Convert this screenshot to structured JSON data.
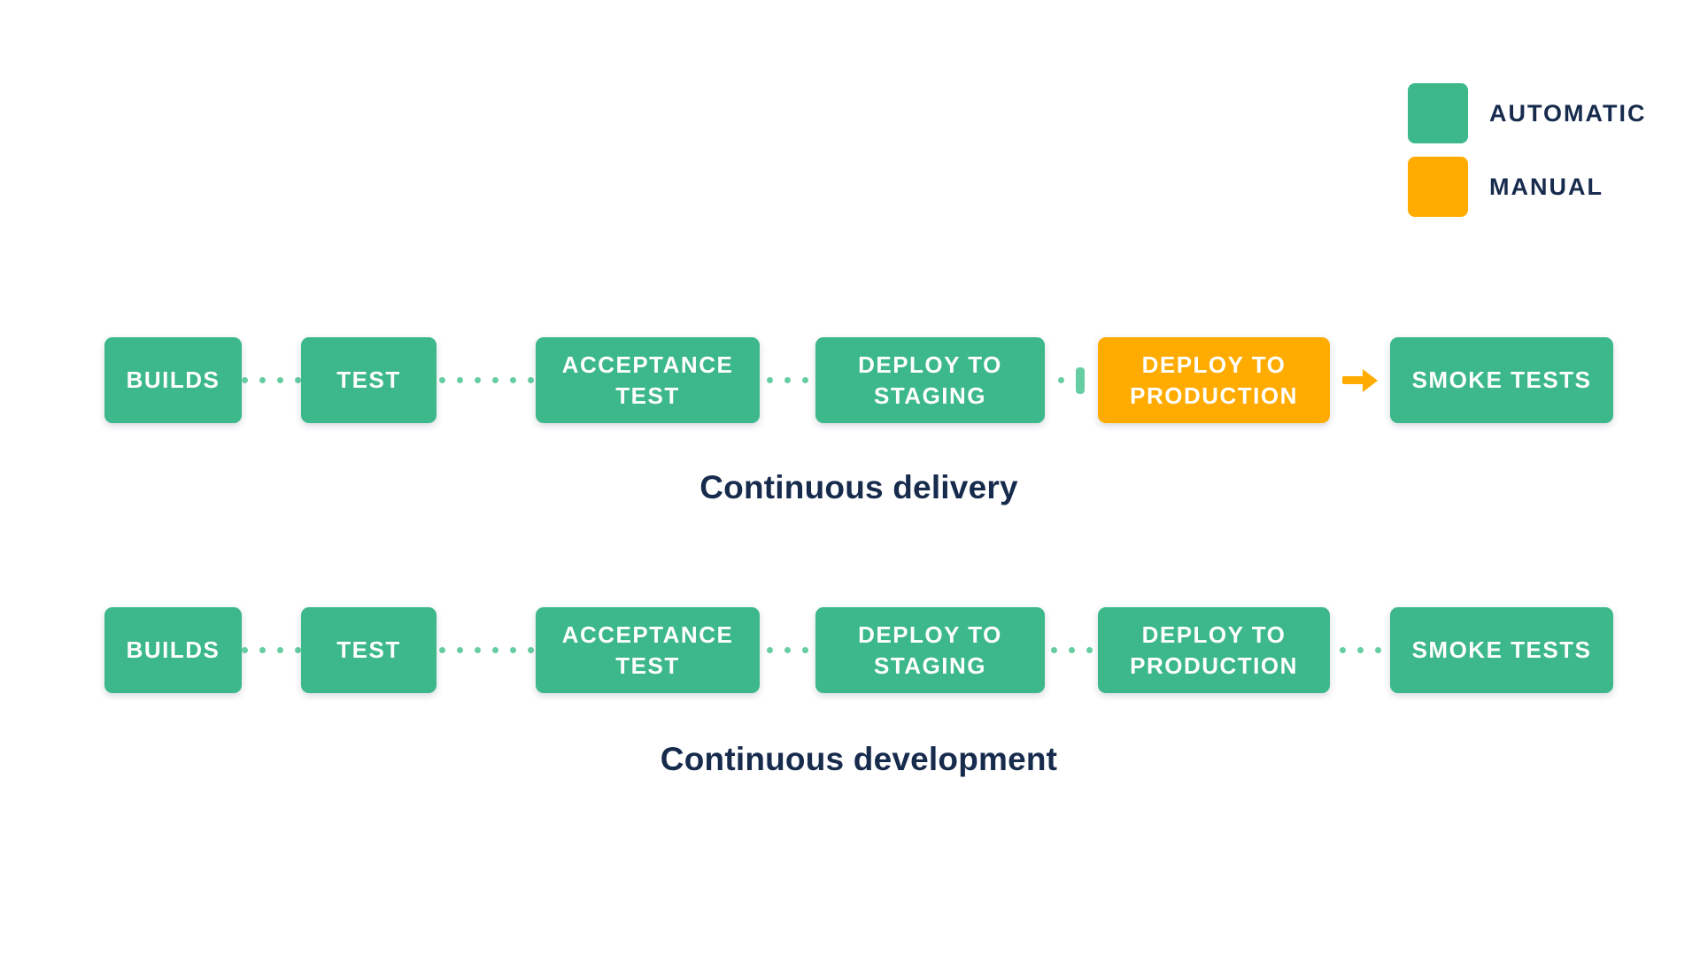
{
  "colors": {
    "automatic": "#3CB88A",
    "manual": "#FFAB00",
    "connector": "#66CDA2",
    "text_dark": "#172B4D",
    "stage_text": "#FFFFFF",
    "background": "#FFFFFF"
  },
  "legend": {
    "items": [
      {
        "label": "AUTOMATIC",
        "mode": "automatic"
      },
      {
        "label": "MANUAL",
        "mode": "manual"
      }
    ]
  },
  "pipelines": [
    {
      "caption": "Continuous delivery",
      "stages": [
        {
          "label": "BUILDS",
          "mode": "automatic"
        },
        {
          "label": "TEST",
          "mode": "automatic"
        },
        {
          "label": "ACCEPTANCE TEST",
          "mode": "automatic"
        },
        {
          "label": "DEPLOY TO STAGING",
          "mode": "automatic"
        },
        {
          "label": "DEPLOY TO PRODUCTION",
          "mode": "manual"
        },
        {
          "label": "SMOKE TESTS",
          "mode": "automatic"
        }
      ],
      "connectors": [
        {
          "type": "dots",
          "count": 4
        },
        {
          "type": "dots",
          "count": 6
        },
        {
          "type": "dots",
          "count": 3
        },
        {
          "type": "manual-gate",
          "count": 1
        },
        {
          "type": "arrow"
        }
      ]
    },
    {
      "caption": "Continuous development",
      "stages": [
        {
          "label": "BUILDS",
          "mode": "automatic"
        },
        {
          "label": "TEST",
          "mode": "automatic"
        },
        {
          "label": "ACCEPTANCE TEST",
          "mode": "automatic"
        },
        {
          "label": "DEPLOY TO STAGING",
          "mode": "automatic"
        },
        {
          "label": "DEPLOY TO PRODUCTION",
          "mode": "automatic"
        },
        {
          "label": "SMOKE TESTS",
          "mode": "automatic"
        }
      ],
      "connectors": [
        {
          "type": "dots",
          "count": 4
        },
        {
          "type": "dots",
          "count": 6
        },
        {
          "type": "dots",
          "count": 3
        },
        {
          "type": "dots",
          "count": 3
        },
        {
          "type": "dots",
          "count": 3
        }
      ]
    }
  ]
}
